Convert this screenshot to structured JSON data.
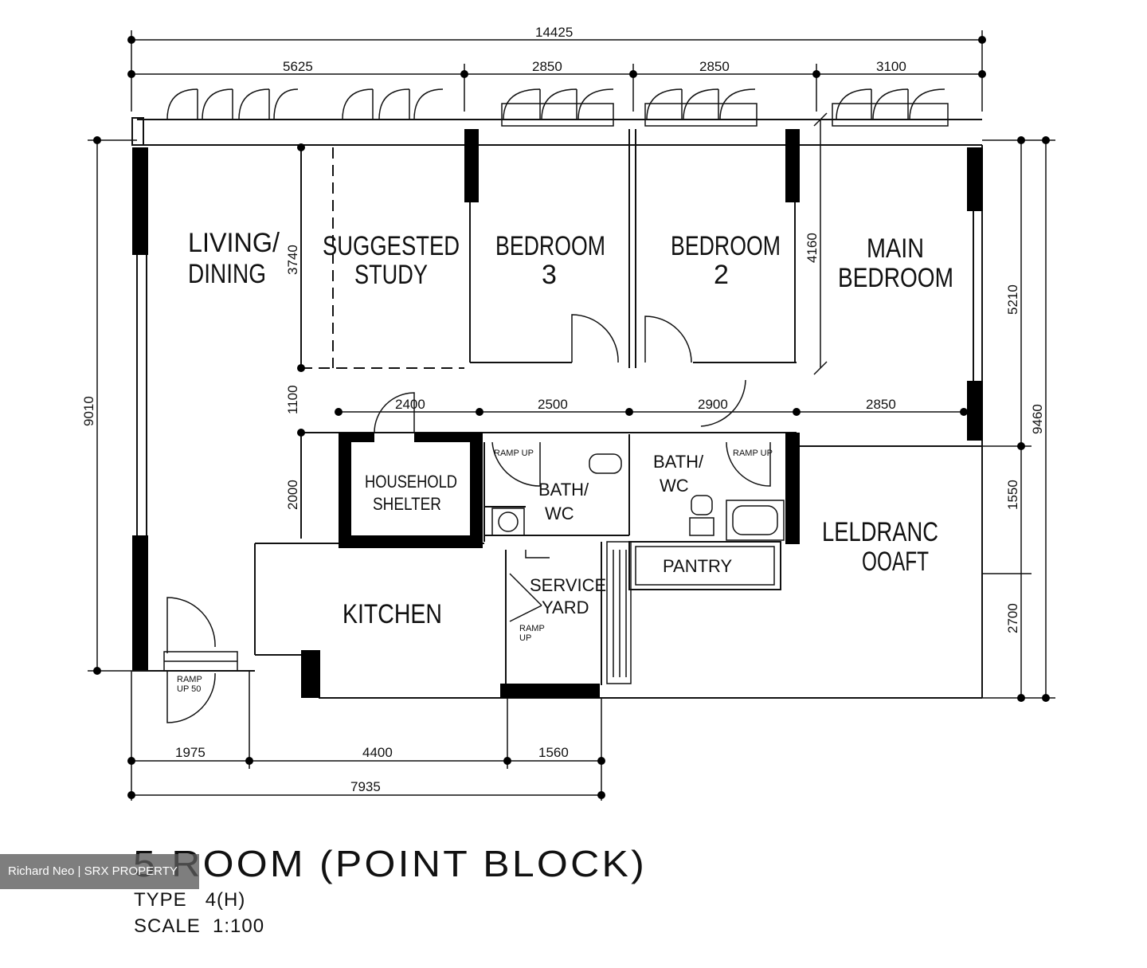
{
  "rooms": {
    "living_1": "LIVING/",
    "living_2": "DINING",
    "study_1": "SUGGESTED",
    "study_2": "STUDY",
    "bed3_1": "BEDROOM",
    "bed3_2": "3",
    "bed2_1": "BEDROOM",
    "bed2_2": "2",
    "main_1": "MAIN",
    "main_2": "BEDROOM",
    "shelter_1": "HOUSEHOLD",
    "shelter_2": "SHELTER",
    "bath1_1": "BATH/",
    "bath1_2": "WC",
    "bath2_1": "BATH/",
    "bath2_2": "WC",
    "ledge_1": "LELDRANC",
    "ledge_2": "OOAFT",
    "pantry": "PANTRY",
    "kitchen": "KITCHEN",
    "service_1": "SERVICE",
    "service_2": "YARD"
  },
  "ramps": {
    "r1": "RAMP UP",
    "r2": "RAMP UP",
    "r3_1": "RAMP",
    "r3_2": "UP",
    "r4_1": "RAMP",
    "r4_2": "UP 50"
  },
  "dimensions": {
    "overall_width": "14425",
    "top_1": "5625",
    "top_2": "2850",
    "top_3": "2850",
    "top_4": "3100",
    "left_total": "9010",
    "right_total": "9460",
    "right_upper": "5210",
    "right_mid": "1550",
    "right_lower": "2700",
    "study_height": "3740",
    "corridor": "1100",
    "shelter_height": "2000",
    "bed2_height": "4160",
    "mid_1": "2400",
    "mid_2": "2500",
    "mid_3": "2900",
    "mid_4": "2850",
    "bottom_1": "1975",
    "bottom_2": "4400",
    "bottom_3": "1560",
    "bottom_total": "7935"
  },
  "title": {
    "main": "5 ROOM (POINT BLOCK)",
    "type": "TYPE   4(H)",
    "scale": "SCALE  1:100"
  },
  "watermark": "Richard Neo | SRX PROPERTY"
}
